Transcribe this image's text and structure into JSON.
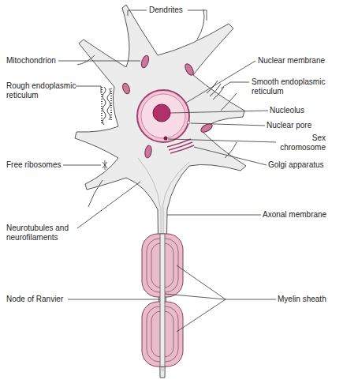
{
  "diagram": {
    "labels": [
      "Dendrites",
      "Mitochondrion",
      "Rough endoplasmic reticulum",
      "Free ribosomes",
      "Neurotubules and neurofilaments",
      "Node of Ranvier",
      "Nuclear membrane",
      "Smooth endoplasmic reticulum",
      "Nucleolus",
      "Nuclear pore",
      "Sex chromosome",
      "Golgi apparatus",
      "Axonal membrane",
      "Myelin sheath"
    ]
  }
}
